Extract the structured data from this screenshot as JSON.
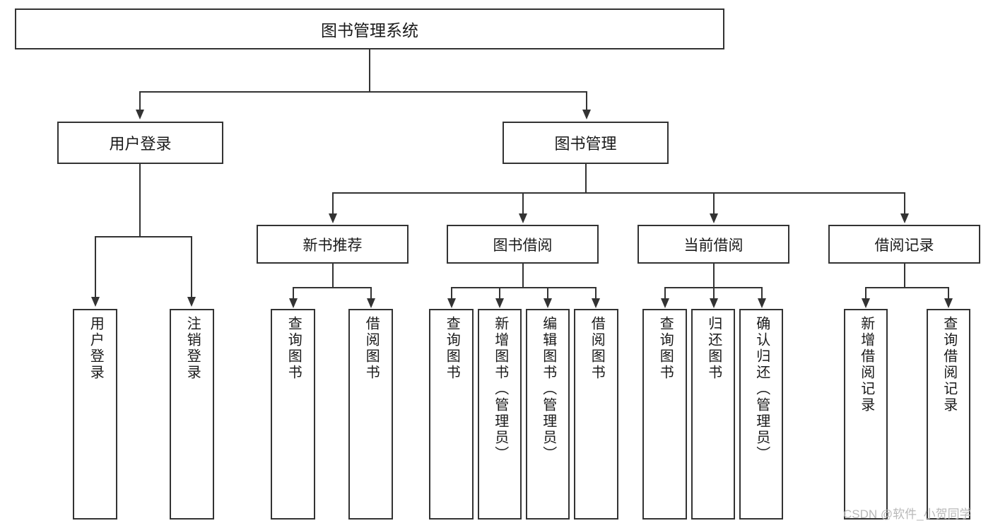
{
  "diagram": {
    "type": "tree-hierarchy-functional-structure",
    "title": "图书管理系统",
    "root": {
      "id": "root",
      "label": "图书管理系统"
    },
    "level1": [
      {
        "id": "user-login",
        "label": "用户登录"
      },
      {
        "id": "book-manage",
        "label": "图书管理"
      }
    ],
    "level2": [
      {
        "id": "new-book-recommend",
        "label": "新书推荐",
        "parent": "book-manage"
      },
      {
        "id": "book-borrow",
        "label": "图书借阅",
        "parent": "book-manage"
      },
      {
        "id": "current-borrow",
        "label": "当前借阅",
        "parent": "book-manage"
      },
      {
        "id": "borrow-record",
        "label": "借阅记录",
        "parent": "book-manage"
      }
    ],
    "leaves": [
      {
        "id": "leaf-user-login",
        "label": "用户登录",
        "parent": "user-login"
      },
      {
        "id": "leaf-logout",
        "label": "注销登录",
        "parent": "user-login"
      },
      {
        "id": "leaf-query-book-1",
        "label": "查询图书",
        "parent": "new-book-recommend"
      },
      {
        "id": "leaf-borrow-book-1",
        "label": "借阅图书",
        "parent": "new-book-recommend"
      },
      {
        "id": "leaf-query-book-2",
        "label": "查询图书",
        "parent": "book-borrow"
      },
      {
        "id": "leaf-add-book",
        "label": "新增图书（管理员）",
        "parent": "book-borrow"
      },
      {
        "id": "leaf-edit-book",
        "label": "编辑图书（管理员）",
        "parent": "book-borrow"
      },
      {
        "id": "leaf-borrow-book-2",
        "label": "借阅图书",
        "parent": "book-borrow"
      },
      {
        "id": "leaf-query-book-3",
        "label": "查询图书",
        "parent": "current-borrow"
      },
      {
        "id": "leaf-return-book",
        "label": "归还图书",
        "parent": "current-borrow"
      },
      {
        "id": "leaf-confirm-return",
        "label": "确认归还（管理员）",
        "parent": "current-borrow"
      },
      {
        "id": "leaf-add-record",
        "label": "新增借阅记录",
        "parent": "borrow-record"
      },
      {
        "id": "leaf-query-record",
        "label": "查询借阅记录",
        "parent": "borrow-record"
      }
    ]
  },
  "watermark": {
    "text": "CSDN @软件_小贺同学"
  },
  "colors": {
    "stroke": "#333333",
    "background": "#ffffff",
    "text": "#1a1a1a",
    "watermark": "#b9b9b9"
  }
}
